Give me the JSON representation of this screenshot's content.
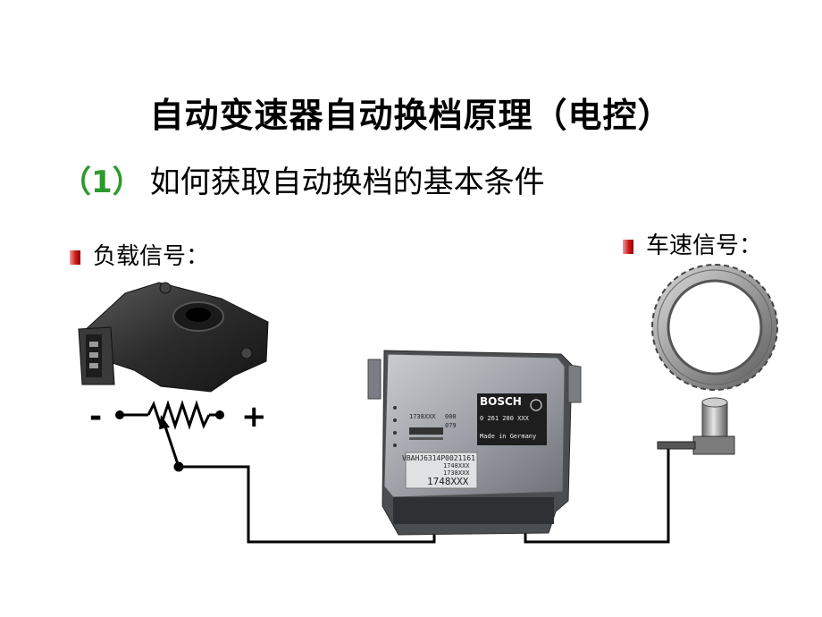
{
  "title": "自动变速器自动换档原理（电控）",
  "subtitle": {
    "number": "（1）",
    "text": "如何获取自动换档的基本条件"
  },
  "load_signal": {
    "label": "负载信号："
  },
  "speed_signal": {
    "label": "车速信号："
  },
  "potentiometer": {
    "minus": "-",
    "plus": "+"
  },
  "ecu": {
    "brand": "BOSCH",
    "part_number": "0 261 200 XXX",
    "origin": "Made in Germany",
    "code1": "1738XXX",
    "code2": "000",
    "code3": "079",
    "serial": "VBAHJ6314P0021161",
    "line2": "1748XXX",
    "line3": "1738XXX",
    "big_code": "1748XXX"
  },
  "colors": {
    "accent_number": "#2e9a2e",
    "bullet": "#d01818"
  }
}
